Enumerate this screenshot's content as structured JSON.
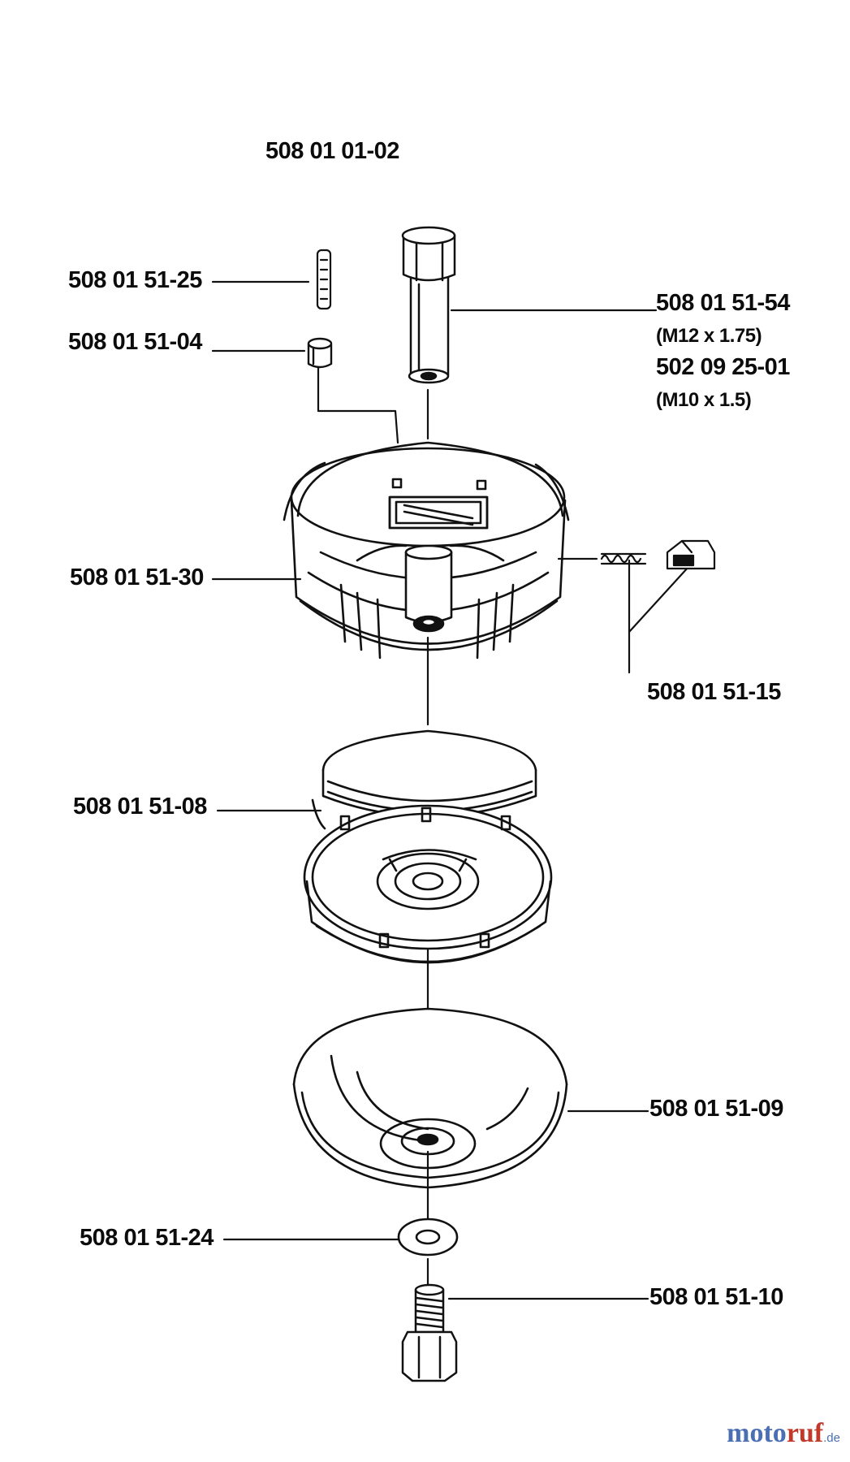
{
  "assembly_number": "508 01 01-02",
  "parts": {
    "p25": "508 01 51-25",
    "p04": "508 01 51-04",
    "p54": "508 01 51-54",
    "p54_spec": "(M12 x 1.75)",
    "p2501": "502 09 25-01",
    "p2501_spec": "(M10 x 1.5)",
    "p30": "508 01 51-30",
    "p15": "508 01 51-15",
    "p08": "508 01 51-08",
    "p09": "508 01 51-09",
    "p24": "508 01 51-24",
    "p10": "508 01 51-10"
  },
  "watermark": {
    "name_a": "moto",
    "name_b": "ruf",
    "suffix": ".de",
    "color_a": "#4a6fb5",
    "color_b": "#c0392b"
  }
}
